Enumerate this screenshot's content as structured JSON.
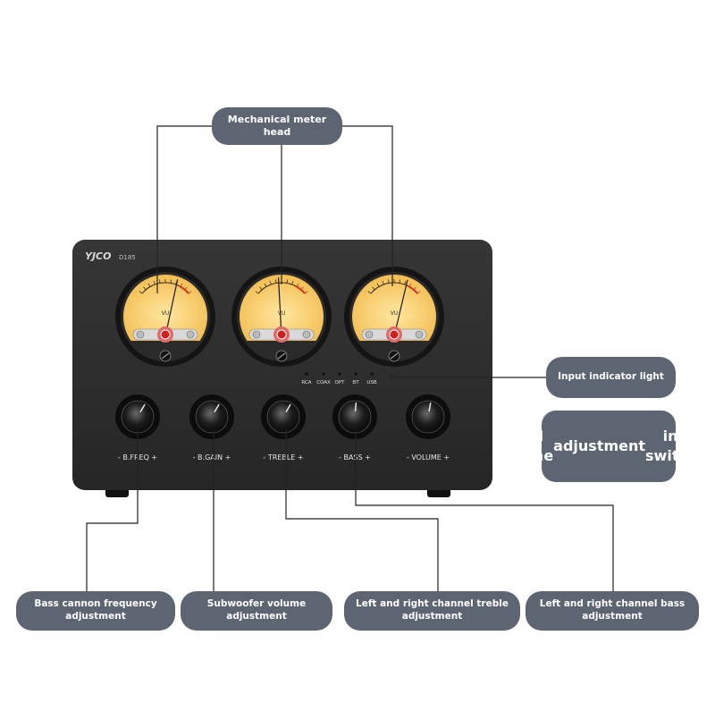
{
  "brand": {
    "logo": "YJCO",
    "model": "D185"
  },
  "meters": [
    {
      "label": "VU",
      "needle_fraction": 0.7
    },
    {
      "label": "VU",
      "needle_fraction": 0.45
    },
    {
      "label": "VU",
      "needle_fraction": 0.72
    }
  ],
  "input_indicators": [
    "RCA",
    "COAX",
    "OPT",
    "BT",
    "USB"
  ],
  "knobs": [
    {
      "label": "- B.FREQ +"
    },
    {
      "label": "- B.GAIN +"
    },
    {
      "label": "- TREBLE +"
    },
    {
      "label": "- BASS +"
    },
    {
      "label": "- VOLUME +"
    }
  ],
  "callouts": {
    "meter_head": "Mechanical meter head",
    "indicator_light": "Input indicator light",
    "volume_lines": [
      "Total volume",
      "adjustment",
      "input switching"
    ],
    "bfreq": "Bass cannon frequency adjustment",
    "subwoofer": "Subwoofer volume adjustment",
    "treble": "Left and right channel treble adjustment",
    "bass": "Left and right channel bass adjustment"
  },
  "colors": {
    "device_body": "#2d2d2d",
    "meter_face": "#f6cb63",
    "callout_bg": "#5d6573",
    "leader_line": "#222222"
  }
}
